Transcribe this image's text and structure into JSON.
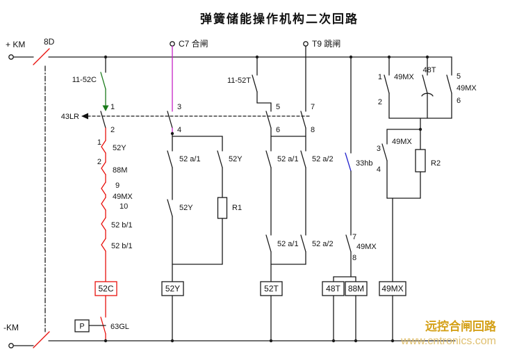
{
  "title": "弹簧储能操作机构二次回路",
  "power": {
    "positive_label": "+ KM",
    "negative_label": "-KM",
    "disconnect_label": "8D"
  },
  "terminals": {
    "closing": "C7 合闸",
    "tripping": "T9 跳闸"
  },
  "linkage": {
    "name": "43LR",
    "pins": {
      "p1": "1",
      "p2": "2",
      "p3": "3",
      "p4": "4",
      "p5": "5",
      "p6": "6",
      "p7": "7",
      "p8": "8"
    }
  },
  "contacts": {
    "aux_close": "11-52C",
    "aux_trip": "11-52T",
    "main_branch": {
      "pin1": "1",
      "pin2": "2",
      "c52y": "52Y",
      "c88m": "88M",
      "pin9": "9",
      "c49mx": "49MX",
      "pin10": "10",
      "c52b1_upper": "52 b/1",
      "c52b1_lower": "52 b/1"
    },
    "closing_branch": {
      "c52a1": "52 a/1",
      "c52y_no": "52Y",
      "c52y_seal": "52Y",
      "r1": "R1"
    },
    "trip_branch": {
      "c52a1_upper": "52 a/1",
      "c52a2_upper": "52 a/2",
      "c52a1_lower": "52 a/1",
      "c52a2_lower": "52 a/2"
    },
    "c33hb": "33hb",
    "mx78": {
      "pin7": "7",
      "name": "49MX",
      "pin8": "8"
    },
    "right_branch": {
      "pin1": "1",
      "mx12": "49MX",
      "pin2": "2",
      "t48": "48T",
      "pin5": "5",
      "mx56": "49MX",
      "pin6": "6",
      "mx34": "49MX",
      "pin3": "3",
      "pin4": "4",
      "r2": "R2"
    },
    "pressure": {
      "box": "P",
      "name": "63GL"
    }
  },
  "coils": {
    "c52c": "52C",
    "c52y": "52Y",
    "c52t": "52T",
    "c48t": "48T",
    "c88m": "88M",
    "c49mx": "49MX"
  },
  "watermark": {
    "line1": "远控合闸回路",
    "line2": "www.cntronics.com"
  },
  "colors": {
    "wire": "#1a1a1a",
    "red": "#e8100c",
    "green": "#1a7a1a",
    "magenta": "#c522c5",
    "blue": "#2222cc",
    "watermark": "#d4a017",
    "watermark2": "#e0c070"
  }
}
